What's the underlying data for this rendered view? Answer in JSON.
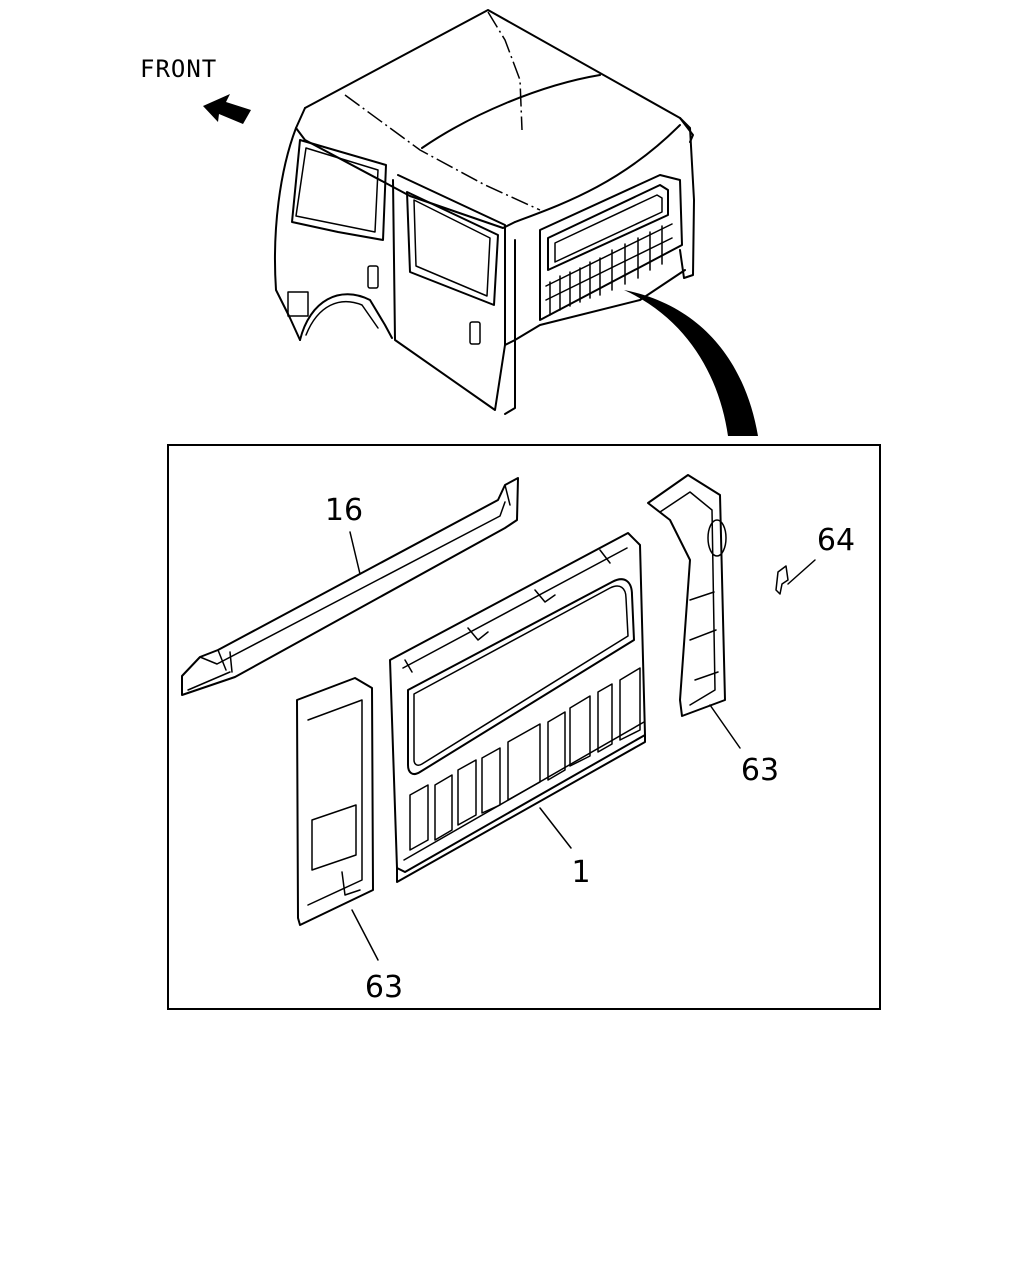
{
  "orientation": {
    "text": "FRONT",
    "icon": "arrow-icon"
  },
  "callouts": [
    {
      "id": "callout-16",
      "text": "16",
      "part": "roof-rail"
    },
    {
      "id": "callout-64",
      "text": "64",
      "part": "clip"
    },
    {
      "id": "callout-63-right",
      "text": "63",
      "part": "right-rear-pillar"
    },
    {
      "id": "callout-1",
      "text": "1",
      "part": "back-panel"
    },
    {
      "id": "callout-63-left",
      "text": "63",
      "part": "left-rear-pillar"
    }
  ]
}
